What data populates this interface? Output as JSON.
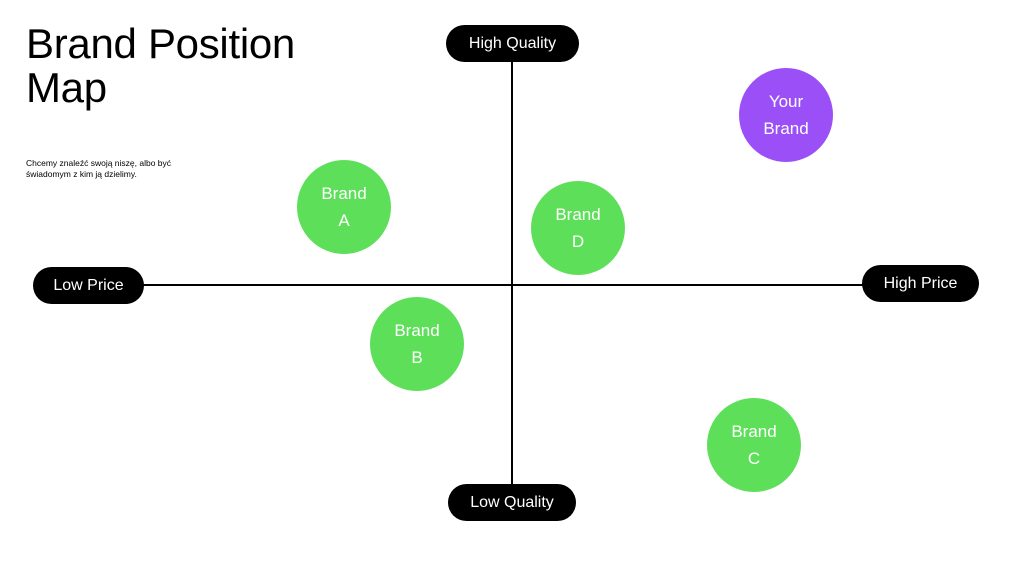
{
  "header": {
    "title": "Brand Position Map",
    "subtitle": "Chcemy znaleźć swoją niszę, albo być świadomym z kim ją dzielimy."
  },
  "axes": {
    "top_label": "High Quality",
    "bottom_label": "Low Quality",
    "left_label": "Low Price",
    "right_label": "High Price"
  },
  "brands": [
    {
      "label": "Brand\nA",
      "color": "#5ddf5a"
    },
    {
      "label": "Brand\nB",
      "color": "#5ddf5a"
    },
    {
      "label": "Brand\nC",
      "color": "#5ddf5a"
    },
    {
      "label": "Brand\nD",
      "color": "#5ddf5a"
    },
    {
      "label": "Your\nBrand",
      "color": "#9b4ff7"
    }
  ],
  "colors": {
    "competitor": "#5ddf5a",
    "own_brand": "#9b4ff7",
    "pill_background": "#000000"
  }
}
